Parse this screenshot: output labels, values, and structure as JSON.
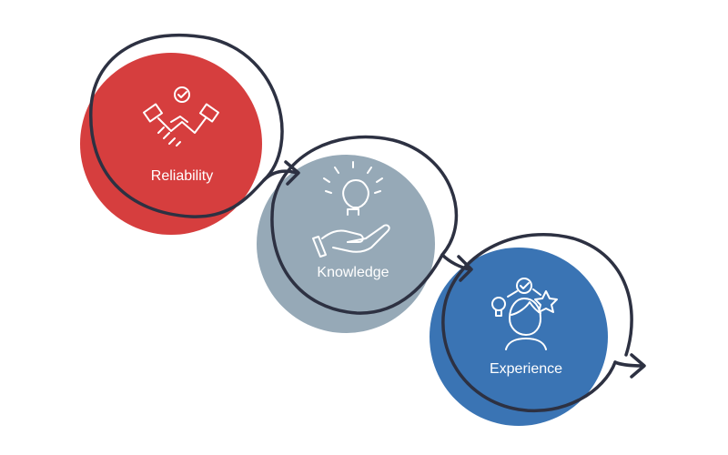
{
  "steps": [
    {
      "label": "Reliability",
      "icon": "handshake-icon",
      "color": "#d63e3e"
    },
    {
      "label": "Knowledge",
      "icon": "lightbulb-hand-icon",
      "color": "#96a9b7"
    },
    {
      "label": "Experience",
      "icon": "person-ideas-icon",
      "color": "#3a74b4"
    }
  ],
  "line_color": "#2d3142",
  "background": "#ffffff"
}
